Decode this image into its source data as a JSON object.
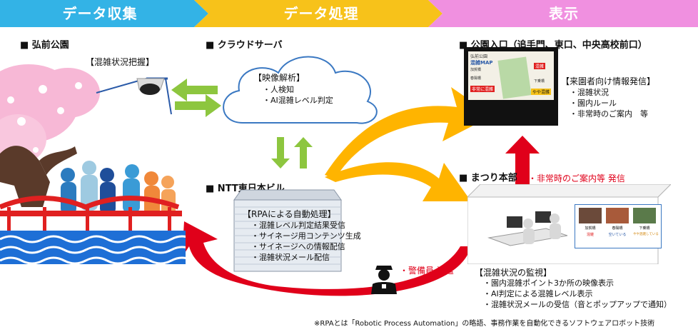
{
  "header": {
    "step1": "データ収集",
    "step2": "データ処理",
    "step3": "表示"
  },
  "colors": {
    "step1": "#33b3e6",
    "step2": "#f7c21a",
    "step3": "#f090e0",
    "arrow_orange": "#ffb400",
    "arrow_red": "#e0001a",
    "arrow_green": "#8dc63f",
    "cloud_border": "#3a78c2"
  },
  "park": {
    "title": "■ 弘前公園",
    "camera_label": "【混雑状況把握】"
  },
  "cloud": {
    "title": "■ クラウドサーバ",
    "box_title": "【映像解析】",
    "items": [
      "・人検知",
      "・AI混雑レベル判定"
    ]
  },
  "ntt": {
    "title": "■ NTT東日本ビル",
    "box_title": "【RPAによる自動処理】",
    "items": [
      "・混雑レベル判定結果受信",
      "・サイネージ用コンテンツ生成",
      "・サイネージへの情報配信",
      "・混雑状況メール配信"
    ]
  },
  "guard": {
    "label": "・警備員 派遣"
  },
  "entrance": {
    "title": "■ 公園入口（追手門、東口、中央高校前口）",
    "box_title": "【来園者向け情報発信】",
    "items": [
      "・混雑状況",
      "・園内ルール",
      "・非常時のご案内　等"
    ],
    "signage": {
      "park_name": "弘前公園",
      "map_title": "混雑MAP",
      "labels": [
        "混雑",
        "非常に混雑",
        "やや混雑",
        "春陽橋",
        "下乗橋",
        "加賀橋"
      ]
    }
  },
  "hq": {
    "title": "■ まつり本部",
    "emergency_label": "・非常時のご案内等 発信",
    "box_title": "【混雑状況の監視】",
    "items": [
      "・園内混雑ポイント3か所の映像表示",
      "・AI判定による混雑レベル表示",
      "・混雑状況メールの受信（音とポップアップで通知）"
    ],
    "monitor": {
      "spots": [
        "加賀橋",
        "春陽橋",
        "下乗橋"
      ],
      "levels": [
        "混雑",
        "空いている",
        "やや混雑している"
      ]
    }
  },
  "footnote": "※RPAとは「Robotic Process Automation」の略語、事務作業を自動化できるソフトウェアロボット技術"
}
